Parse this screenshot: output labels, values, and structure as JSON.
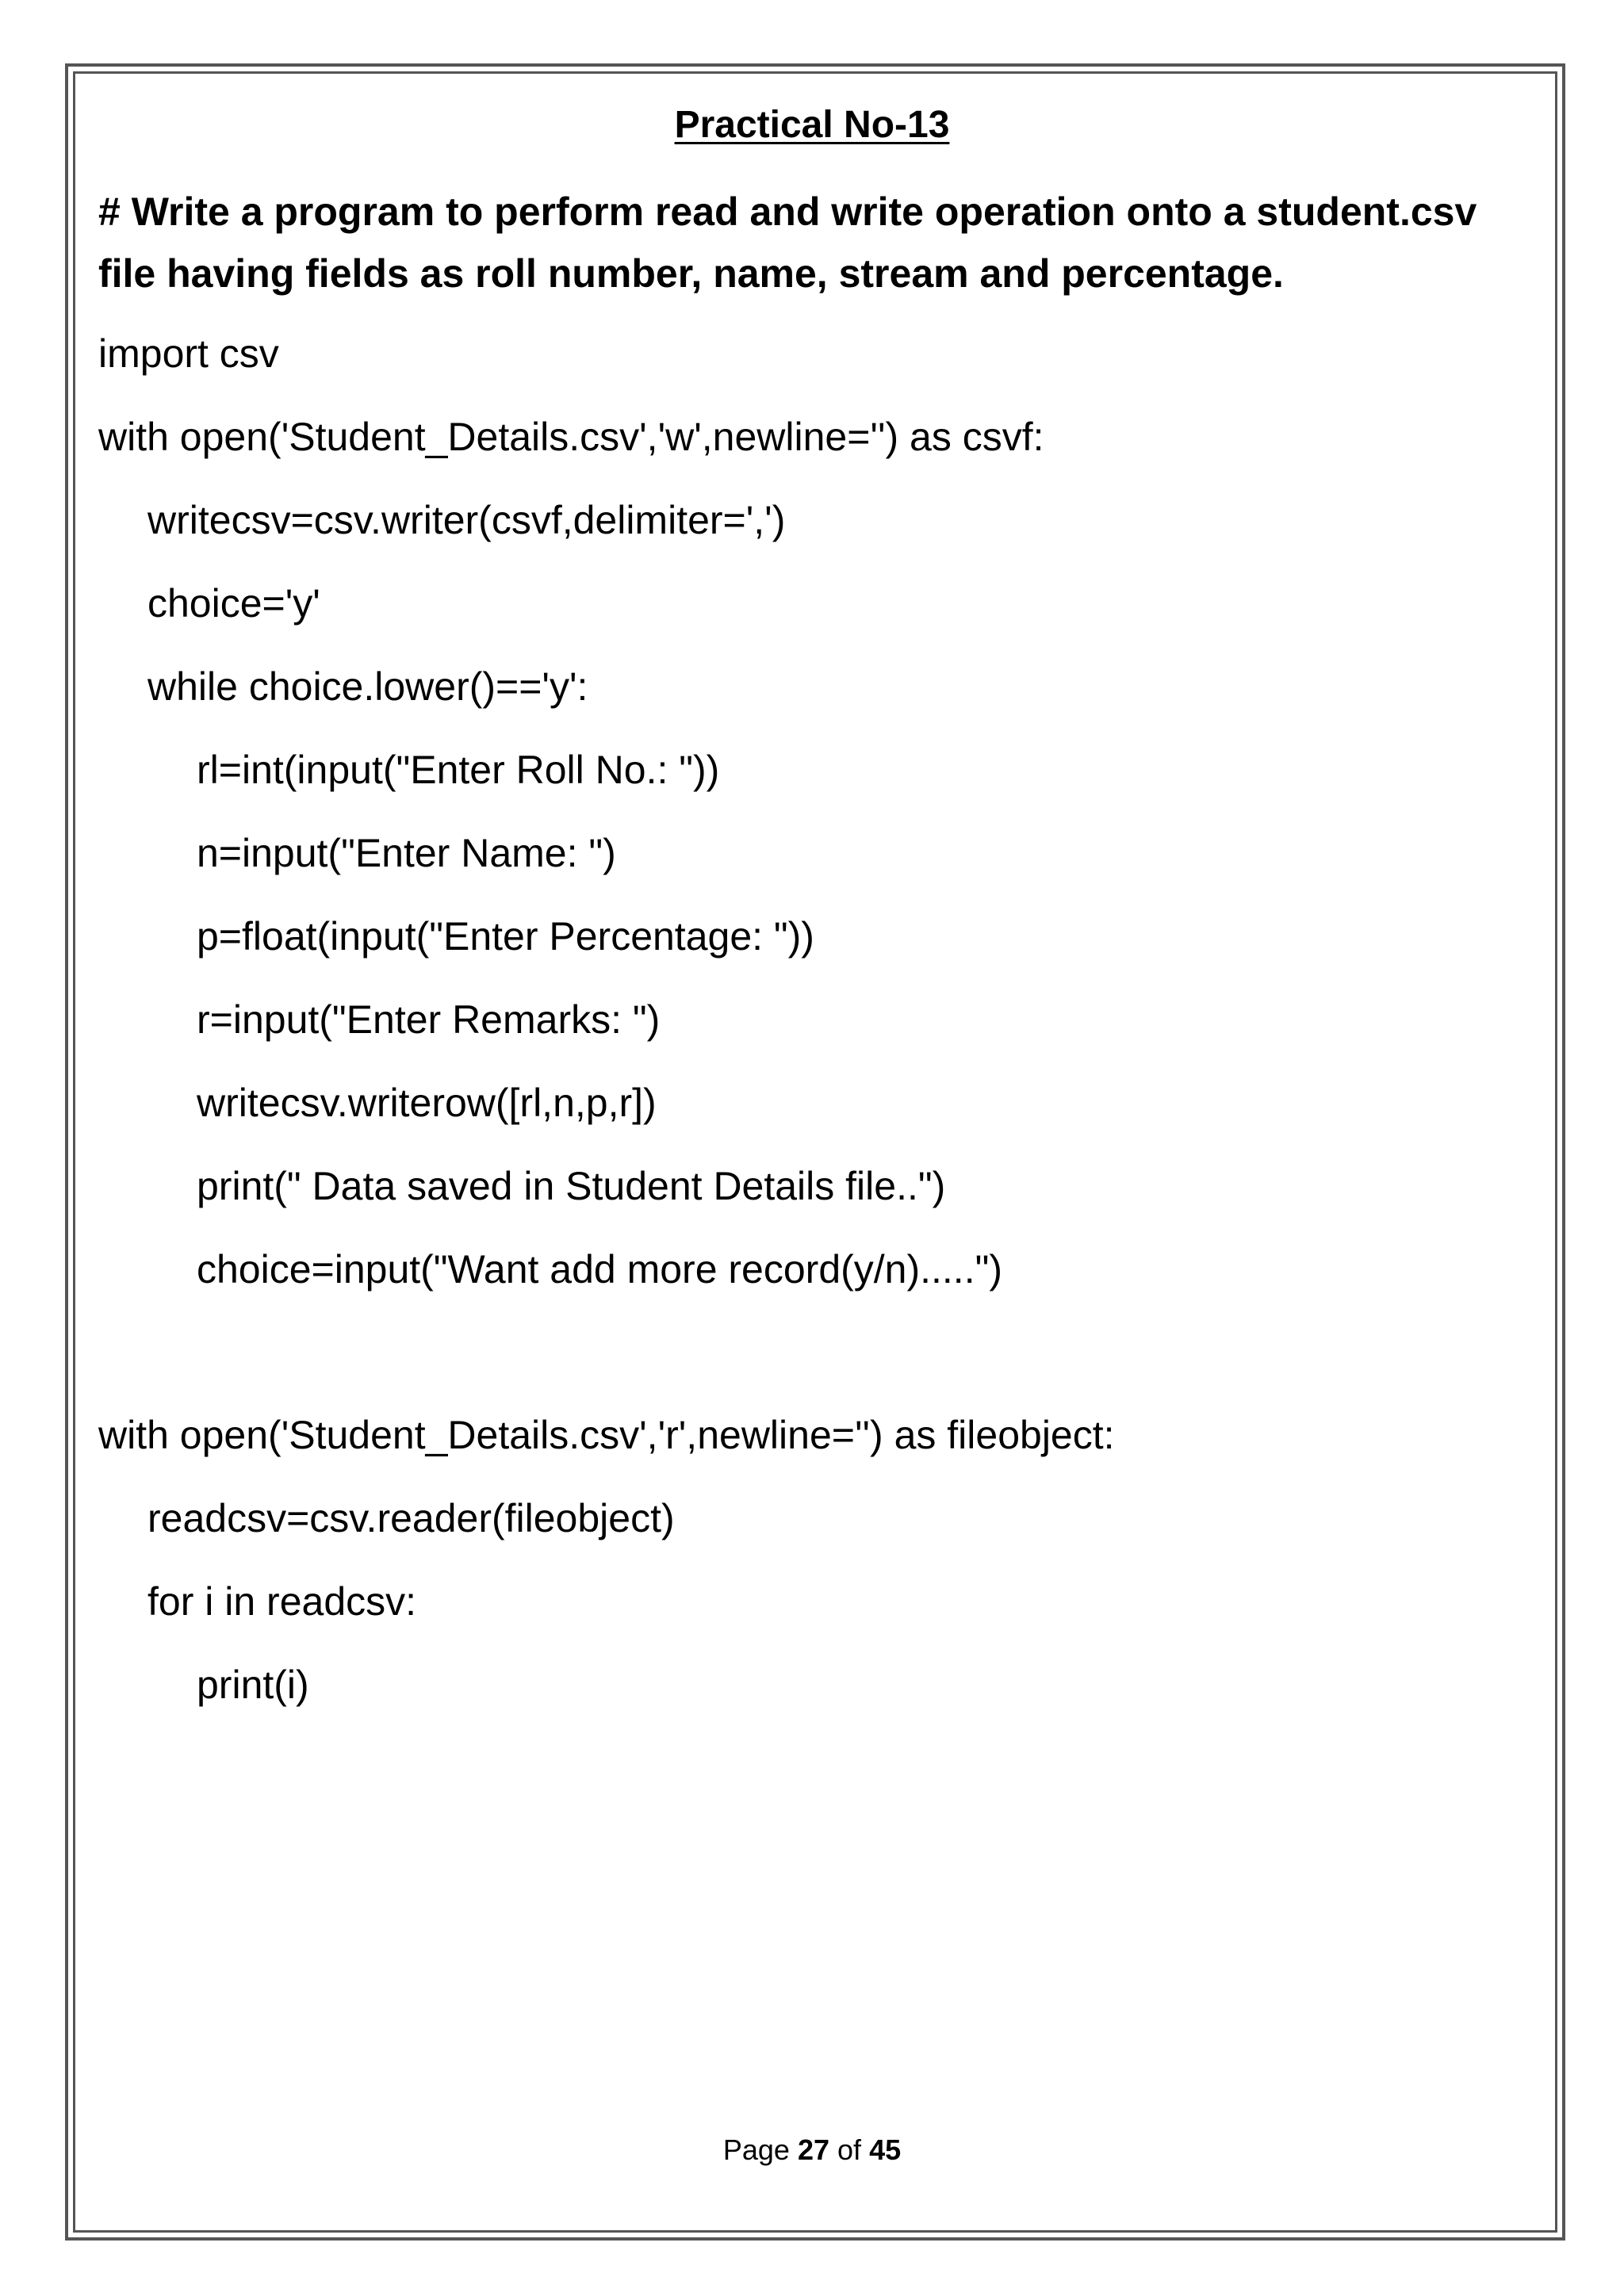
{
  "title": "Practical No-13",
  "question": "# Write a program to perform read and write operation onto a student.csv file having fields as roll number, name, stream and percentage.",
  "code": [
    "import csv",
    "with open('Student_Details.csv','w',newline='') as csvf:",
    "writecsv=csv.writer(csvf,delimiter=',')",
    "choice='y'",
    "while choice.lower()=='y':",
    "rl=int(input(\"Enter Roll No.: \"))",
    "n=input(\"Enter Name: \")",
    "p=float(input(\"Enter Percentage: \"))",
    "r=input(\"Enter Remarks: \")",
    "writecsv.writerow([rl,n,p,r])",
    "print(\" Data saved in Student Details file..\")",
    "choice=input(\"Want add more record(y/n).....\")",
    "with open('Student_Details.csv','r',newline='') as fileobject:",
    "readcsv=csv.reader(fileobject)",
    "for i in readcsv:",
    "print(i)"
  ],
  "footer": {
    "page_word": "Page",
    "current_page": "27",
    "of_word": "of",
    "total_pages": "45"
  }
}
